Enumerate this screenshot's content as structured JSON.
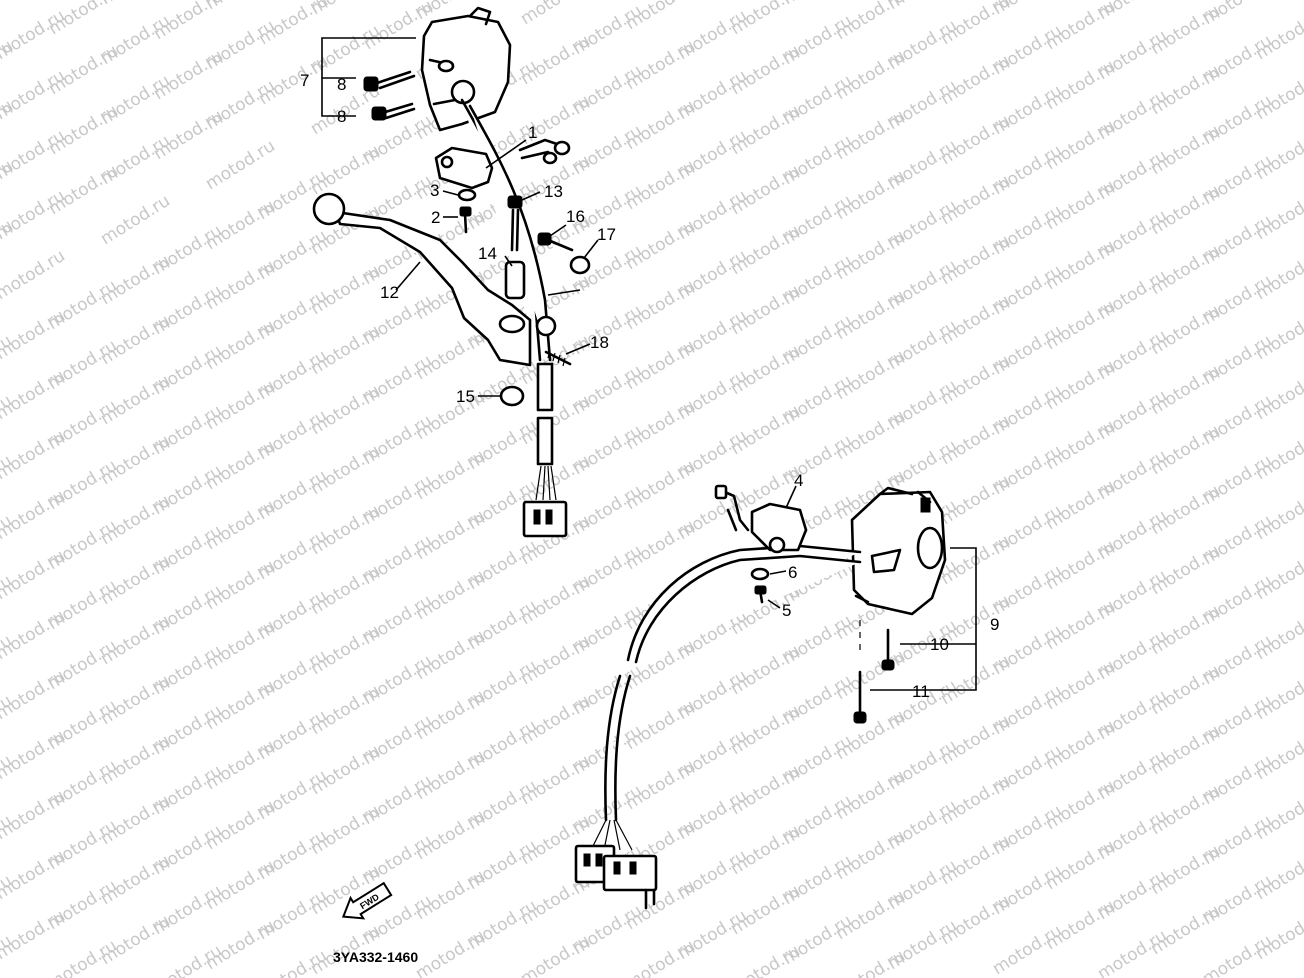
{
  "watermark": "motod.ru",
  "drawing_code": "3YA332-1460",
  "fwd_label": "FWD",
  "callouts": {
    "c1": "1",
    "c2": "2",
    "c3": "3",
    "c4": "4",
    "c5": "5",
    "c6": "6",
    "c7": "7",
    "c8a": "8",
    "c8b": "8",
    "c9": "9",
    "c10": "10",
    "c11": "11",
    "c12": "12",
    "c13": "13",
    "c14": "14",
    "c15": "15",
    "c16": "16",
    "c17": "17",
    "c18": "18"
  }
}
